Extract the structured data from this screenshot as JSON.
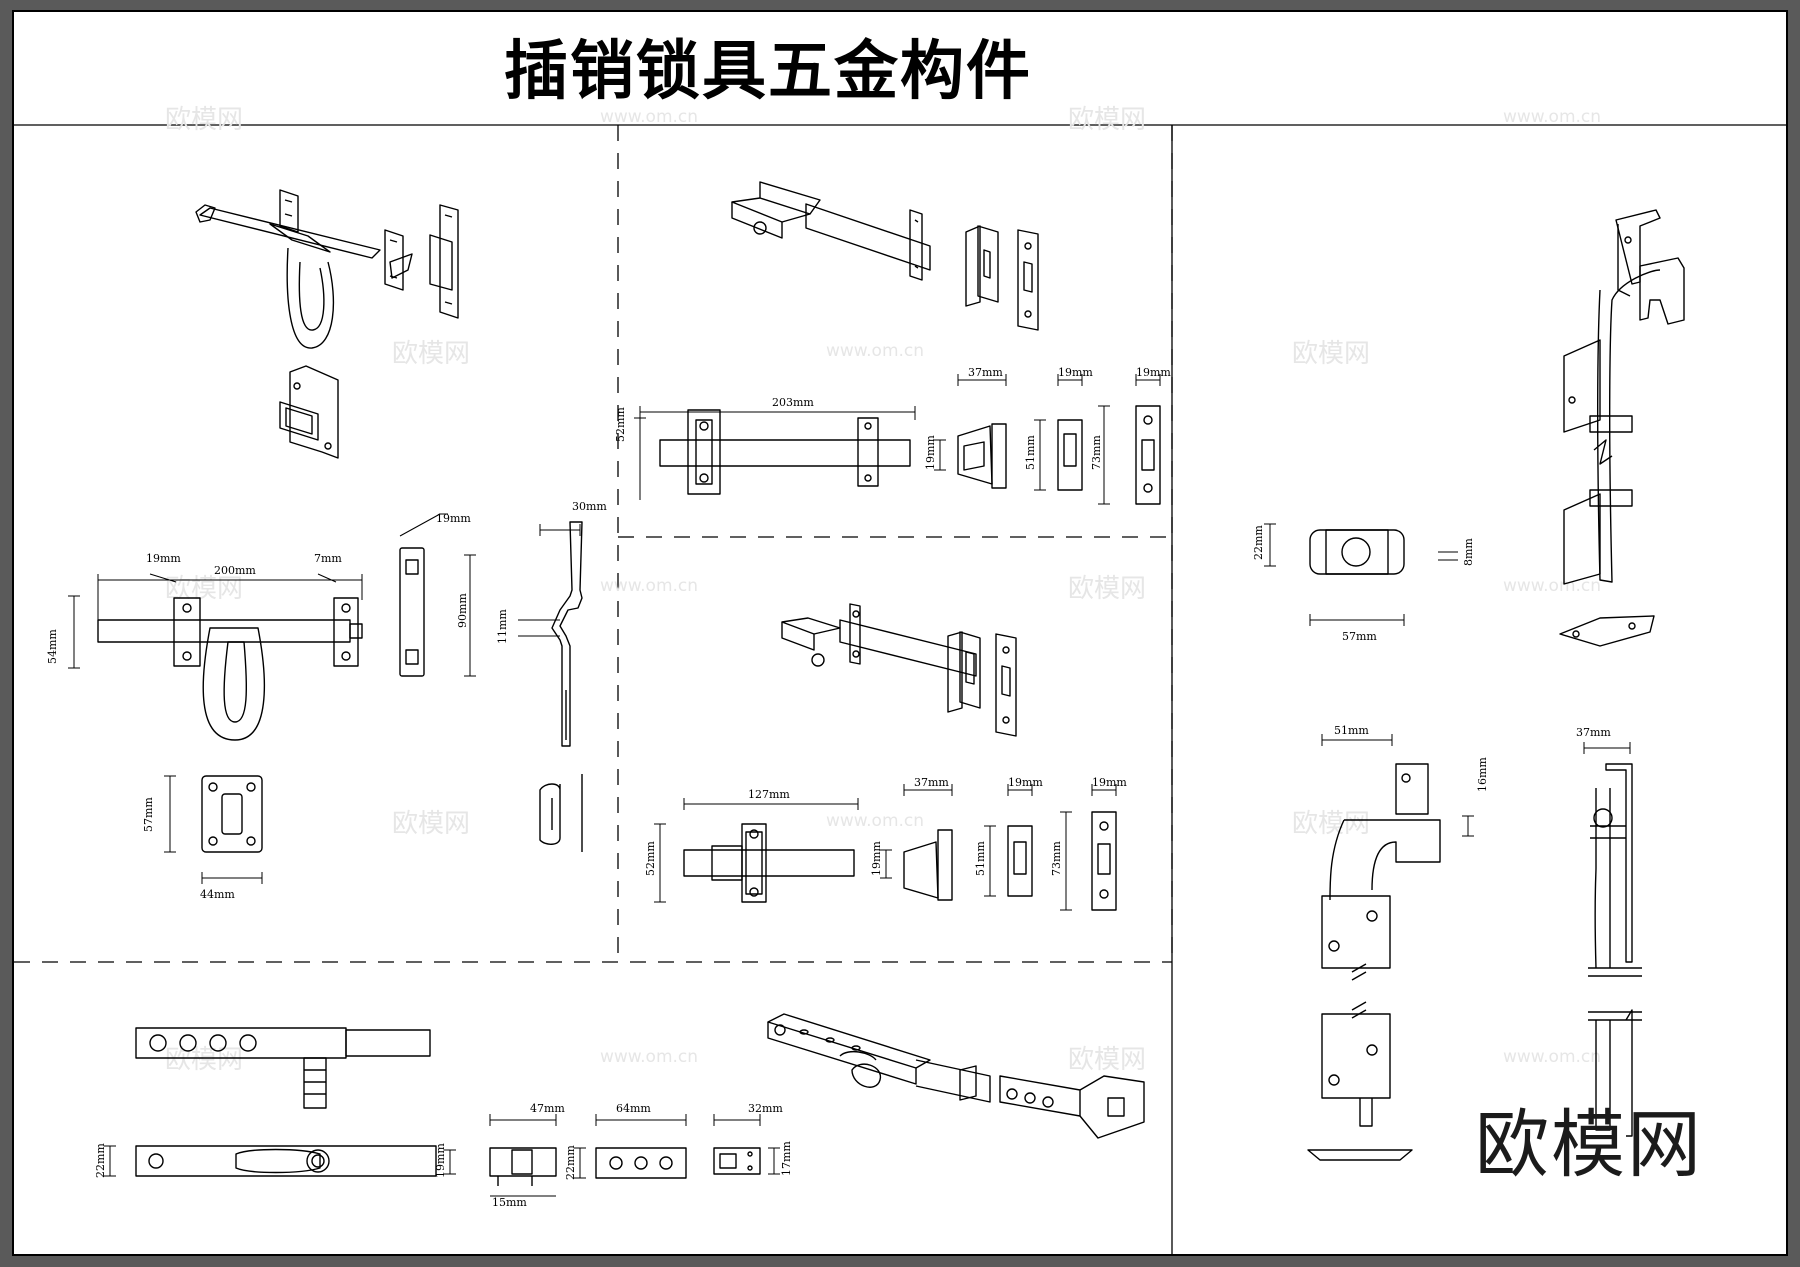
{
  "title": "插销锁具五金构件",
  "brand": "欧模网",
  "watermark": {
    "logo": "欧模网",
    "site": "www.om.cn"
  },
  "dimensions": {
    "panel1": {
      "w_rod": "200mm",
      "w_left": "19mm",
      "w_right": "7mm",
      "h_total": "54mm",
      "strike_w": "19mm",
      "strike_h": "90mm",
      "hook_w": "30mm",
      "hook_d": "11mm",
      "plate_h": "57mm",
      "plate_w": "44mm"
    },
    "panel2": {
      "length": "203mm",
      "height": "52mm",
      "keeper_w": "37mm",
      "keeper_h": "19mm",
      "plate_w": "19mm",
      "plate_h": "51mm",
      "plate2_w": "19mm",
      "plate2_h": "73mm"
    },
    "panel3": {
      "length": "127mm",
      "height": "52mm",
      "keeper_w": "37mm",
      "keeper_h": "19mm",
      "plate_w": "19mm",
      "plate_h": "51mm",
      "plate2_w": "19mm",
      "plate2_h": "73mm"
    },
    "panel4": {
      "guide_h": "22mm",
      "guide_w": "57mm",
      "guide_d": "8mm",
      "bolt_w": "51mm",
      "bolt_d": "16mm",
      "side_w": "37mm"
    },
    "panel5": {
      "bar_h": "22mm",
      "bar_end": "19mm",
      "box_w": "47mm",
      "box_d": "15mm",
      "holes_w": "64mm",
      "holes_h": "22mm",
      "plate_w": "32mm",
      "plate_h": "17mm"
    }
  }
}
